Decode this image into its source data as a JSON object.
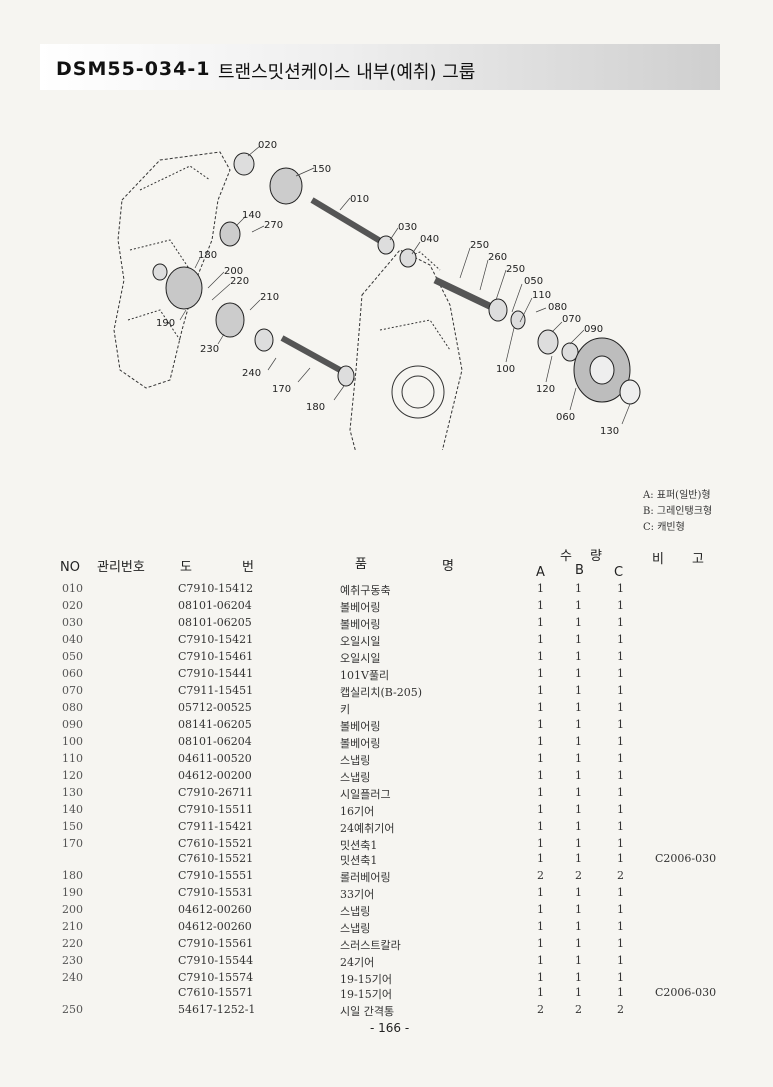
{
  "header": {
    "code": "DSM55-034-1",
    "title": "트랜스밋션케이스 내부(예취) 그룹"
  },
  "diagram": {
    "callouts": [
      "020",
      "150",
      "010",
      "140",
      "270",
      "030",
      "040",
      "180",
      "200",
      "220",
      "210",
      "250",
      "260",
      "250",
      "050",
      "110",
      "080",
      "070",
      "090",
      "190",
      "230",
      "240",
      "170",
      "180",
      "100",
      "120",
      "060",
      "130"
    ]
  },
  "legend": {
    "a": "A: 표퍼(일반)형",
    "b": "B: 그레인탱크형",
    "c": "C: 캐빈형"
  },
  "table": {
    "headers": {
      "no": "NO",
      "mgmt": "관리번호",
      "drawing": "도",
      "drawing2": "번",
      "name": "품",
      "name2": "명",
      "qty": "수",
      "qty2": "량",
      "a": "A",
      "b": "B",
      "c": "C",
      "remarks": "비",
      "remarks2": "고"
    },
    "rows": [
      {
        "no": "010",
        "part": "C7910-15412",
        "name": "예취구동축",
        "a": "1",
        "b": "1",
        "c": "1",
        "rem": ""
      },
      {
        "no": "020",
        "part": "08101-06204",
        "name": "볼베어링",
        "a": "1",
        "b": "1",
        "c": "1",
        "rem": ""
      },
      {
        "no": "030",
        "part": "08101-06205",
        "name": "볼베어링",
        "a": "1",
        "b": "1",
        "c": "1",
        "rem": ""
      },
      {
        "no": "040",
        "part": "C7910-15421",
        "name": "오일시일",
        "a": "1",
        "b": "1",
        "c": "1",
        "rem": ""
      },
      {
        "no": "050",
        "part": "C7910-15461",
        "name": "오일시일",
        "a": "1",
        "b": "1",
        "c": "1",
        "rem": ""
      },
      {
        "no": "060",
        "part": "C7910-15441",
        "name": "101V풀리",
        "a": "1",
        "b": "1",
        "c": "1",
        "rem": ""
      },
      {
        "no": "070",
        "part": "C7911-15451",
        "name": "캡실리치(B-205)",
        "a": "1",
        "b": "1",
        "c": "1",
        "rem": ""
      },
      {
        "no": "080",
        "part": "05712-00525",
        "name": "키",
        "a": "1",
        "b": "1",
        "c": "1",
        "rem": ""
      },
      {
        "no": "090",
        "part": "08141-06205",
        "name": "볼베어링",
        "a": "1",
        "b": "1",
        "c": "1",
        "rem": ""
      },
      {
        "no": "100",
        "part": "08101-06204",
        "name": "볼베어링",
        "a": "1",
        "b": "1",
        "c": "1",
        "rem": ""
      },
      {
        "no": "110",
        "part": "04611-00520",
        "name": "스냅링",
        "a": "1",
        "b": "1",
        "c": "1",
        "rem": ""
      },
      {
        "no": "120",
        "part": "04612-00200",
        "name": "스냅링",
        "a": "1",
        "b": "1",
        "c": "1",
        "rem": ""
      },
      {
        "no": "130",
        "part": "C7910-26711",
        "name": "시일플러그",
        "a": "1",
        "b": "1",
        "c": "1",
        "rem": ""
      },
      {
        "no": "140",
        "part": "C7910-15511",
        "name": "16기어",
        "a": "1",
        "b": "1",
        "c": "1",
        "rem": ""
      },
      {
        "no": "150",
        "part": "C7911-15421",
        "name": "24예취기어",
        "a": "1",
        "b": "1",
        "c": "1",
        "rem": ""
      },
      {
        "no": "170",
        "part": "C7610-15521",
        "name": "밋션축1",
        "a": "1",
        "b": "1",
        "c": "1",
        "rem": ""
      },
      {
        "no": "",
        "part": "C7610-15521",
        "name": "밋션축1",
        "a": "1",
        "b": "1",
        "c": "1",
        "rem": "C2006-030"
      },
      {
        "no": "180",
        "part": "C7910-15551",
        "name": "롤러베어링",
        "a": "2",
        "b": "2",
        "c": "2",
        "rem": ""
      },
      {
        "no": "190",
        "part": "C7910-15531",
        "name": "33기어",
        "a": "1",
        "b": "1",
        "c": "1",
        "rem": ""
      },
      {
        "no": "200",
        "part": "04612-00260",
        "name": "스냅링",
        "a": "1",
        "b": "1",
        "c": "1",
        "rem": ""
      },
      {
        "no": "210",
        "part": "04612-00260",
        "name": "스냅링",
        "a": "1",
        "b": "1",
        "c": "1",
        "rem": ""
      },
      {
        "no": "220",
        "part": "C7910-15561",
        "name": "스러스트칼라",
        "a": "1",
        "b": "1",
        "c": "1",
        "rem": ""
      },
      {
        "no": "230",
        "part": "C7910-15544",
        "name": "24기어",
        "a": "1",
        "b": "1",
        "c": "1",
        "rem": ""
      },
      {
        "no": "240",
        "part": "C7910-15574",
        "name": "19-15기어",
        "a": "1",
        "b": "1",
        "c": "1",
        "rem": ""
      },
      {
        "no": "",
        "part": "C7610-15571",
        "name": "19-15기어",
        "a": "1",
        "b": "1",
        "c": "1",
        "rem": "C2006-030"
      },
      {
        "no": "250",
        "part": "54617-1252-1",
        "name": "시일 간격통",
        "a": "2",
        "b": "2",
        "c": "2",
        "rem": ""
      }
    ]
  },
  "footer": {
    "page": "- 166 -"
  }
}
